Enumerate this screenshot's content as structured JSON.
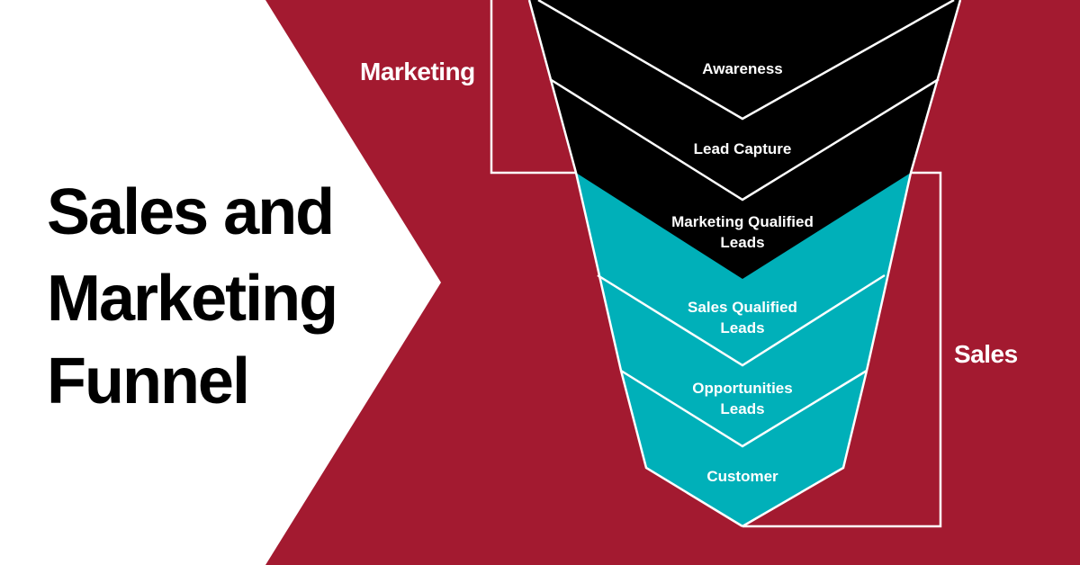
{
  "title": {
    "line1": "Sales and",
    "line2": "Marketing",
    "line3": "Funnel"
  },
  "brackets": {
    "marketing_label": "Marketing",
    "sales_label": "Sales"
  },
  "stages": [
    {
      "lines": [
        "Awareness"
      ],
      "group": "marketing"
    },
    {
      "lines": [
        "Lead Capture"
      ],
      "group": "marketing"
    },
    {
      "lines": [
        "Marketing Qualified",
        "Leads"
      ],
      "group": "sales"
    },
    {
      "lines": [
        "Sales Qualified",
        "Leads"
      ],
      "group": "sales"
    },
    {
      "lines": [
        "Opportunities",
        "Leads"
      ],
      "group": "sales"
    },
    {
      "lines": [
        "Customer"
      ],
      "group": "sales"
    }
  ],
  "colors": {
    "background": "#a31a30",
    "arrow": "#ffffff",
    "marketing_fill": "#000000",
    "sales_fill": "#00b0b9",
    "outline": "#ffffff",
    "text": "#ffffff",
    "title_text": "#000000"
  }
}
